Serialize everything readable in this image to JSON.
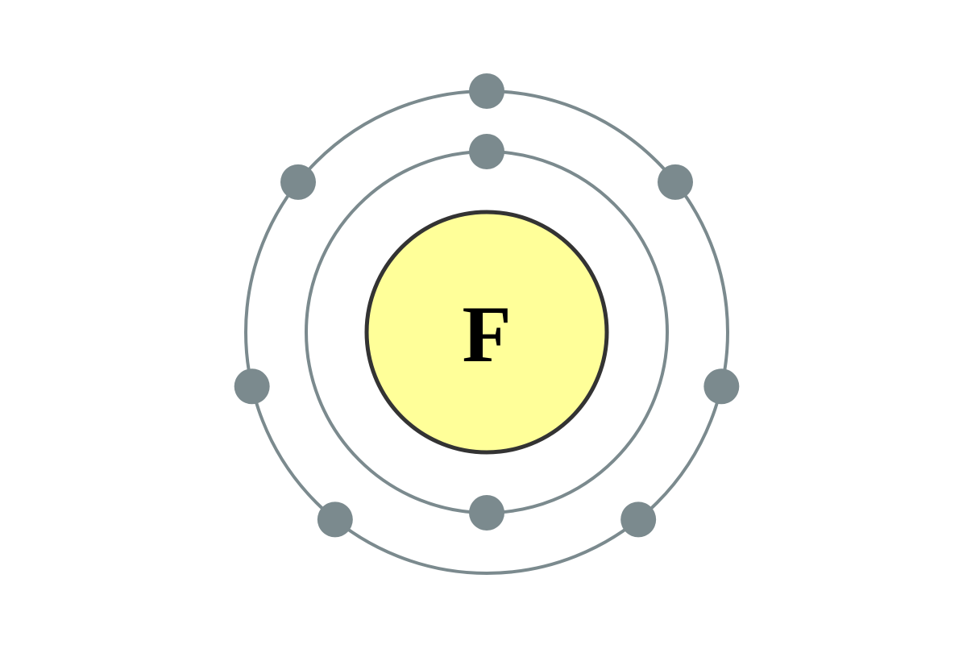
{
  "diagram": {
    "title_symbol": "F",
    "shells": [
      {
        "name": "inner",
        "electrons": 2
      },
      {
        "name": "outer",
        "electrons": 7
      }
    ],
    "colors": {
      "nucleus_fill": "#ffff99",
      "nucleus_stroke": "#333333",
      "shell_stroke": "#7b8a8e",
      "electron_fill": "#7b8a8e"
    }
  }
}
